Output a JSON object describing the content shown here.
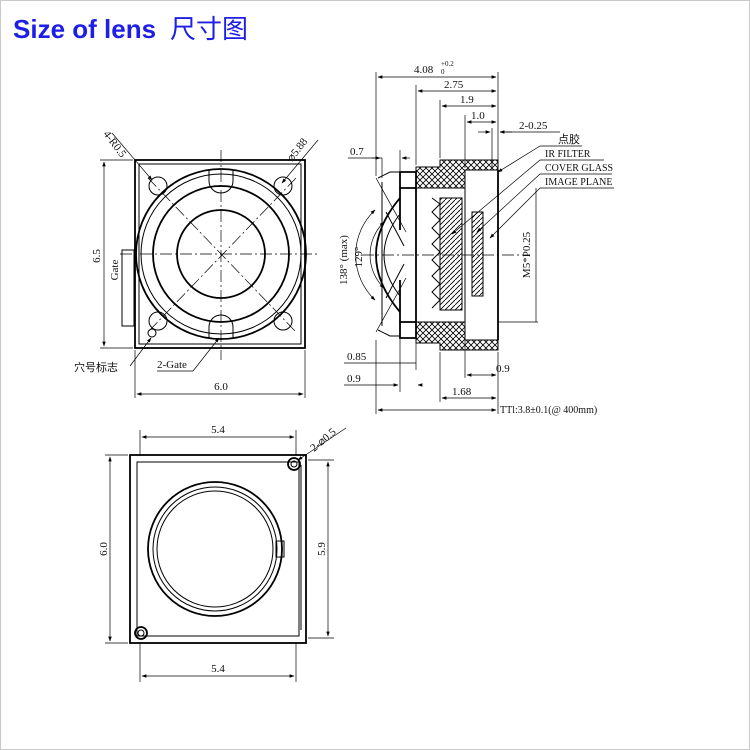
{
  "title": {
    "en": "Size of lens",
    "cn": "尺寸图"
  },
  "front_view": {
    "corner_radius": "4-R0.5",
    "hole_dia": "⌀5.88",
    "height": "6.5",
    "gate": "Gate",
    "width": "6.0",
    "hole_mark": "穴号标志",
    "two_gate": "2-Gate"
  },
  "side_view": {
    "total_length": "4.08",
    "tol_upper": "+0.2",
    "tol_lower": "0",
    "dim_275": "2.75",
    "dim_19": "1.9",
    "dim_10": "1.0",
    "dim_025": "2-0.25",
    "glue": "点胶",
    "ir_filter": "IR FILTER",
    "cover_glass": "COVER GLASS",
    "image_plane": "IMAGE PLANE",
    "dim_07": "0.7",
    "fov_max": "138° (max)",
    "fov": "129°",
    "thread": "M5*P0.25",
    "dim_085": "0.85",
    "dim_09l": "0.9",
    "dim_168": "1.68",
    "dim_09r": "0.9",
    "ttl": "TTl:3.8±0.1(@ 400mm)"
  },
  "bottom_view": {
    "top_width": "5.4",
    "hole": "2-⌀0.5",
    "left_height": "6.0",
    "right_height": "5.9",
    "bottom_width": "5.4"
  }
}
